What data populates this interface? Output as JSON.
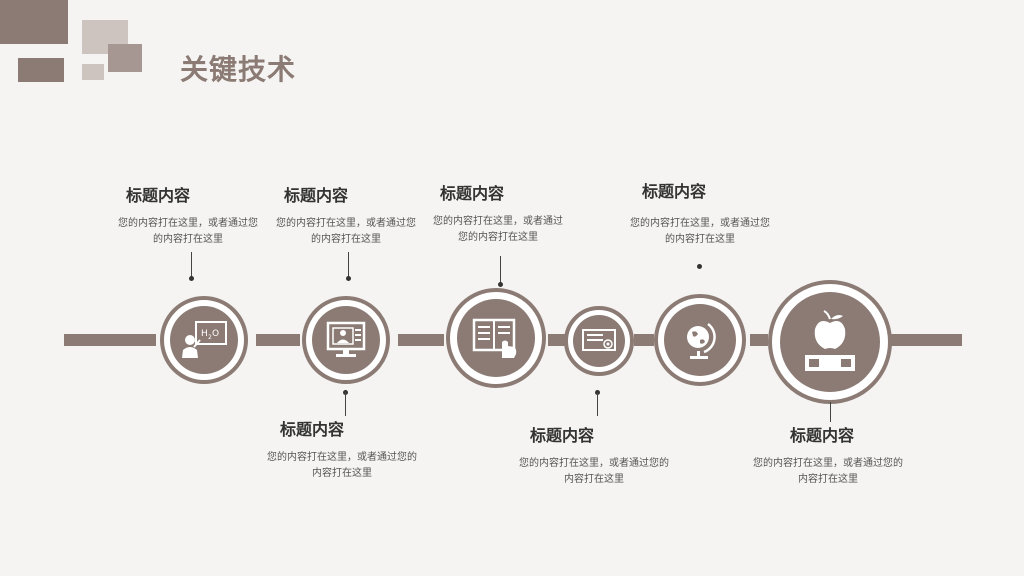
{
  "header": {
    "title": "关键技术"
  },
  "colors": {
    "accent": "#8b7b74",
    "accent_light": "#a69792",
    "accent_pale": "#cdc4c0"
  },
  "steps": [
    {
      "title": "标题内容",
      "desc_line1": "您的内容打在这里，或者通过您",
      "desc_line2": "的内容打在这里",
      "icon": "teacher-icon"
    },
    {
      "title": "标题内容",
      "desc_line1": "您的内容打在这里，或者通过您",
      "desc_line2": "的内容打在这里",
      "icon": "computer-icon"
    },
    {
      "title": "标题内容",
      "desc_line1": "您的内容打在这里，或者通过您的",
      "desc_line2": "内容打在这里",
      "icon": "touch-book-icon"
    },
    {
      "title": "标题内容",
      "desc_line1": "您的内容打在这里，或者通过",
      "desc_line2": "您的内容打在这里",
      "icon": "book-icon"
    },
    {
      "title": "标题内容",
      "desc_line1": "您的内容打在这里，或者通过您的",
      "desc_line2": "内容打在这里",
      "icon": "certificate-icon"
    },
    {
      "title": "标题内容",
      "desc_line1": "您的内容打在这里，或者通过您",
      "desc_line2": "的内容打在这里",
      "icon": "globe-icon"
    },
    {
      "title": "标题内容",
      "desc_line1": "您的内容打在这里，或者通过您的",
      "desc_line2": "内容打在这里",
      "icon": "apple-books-icon"
    }
  ]
}
